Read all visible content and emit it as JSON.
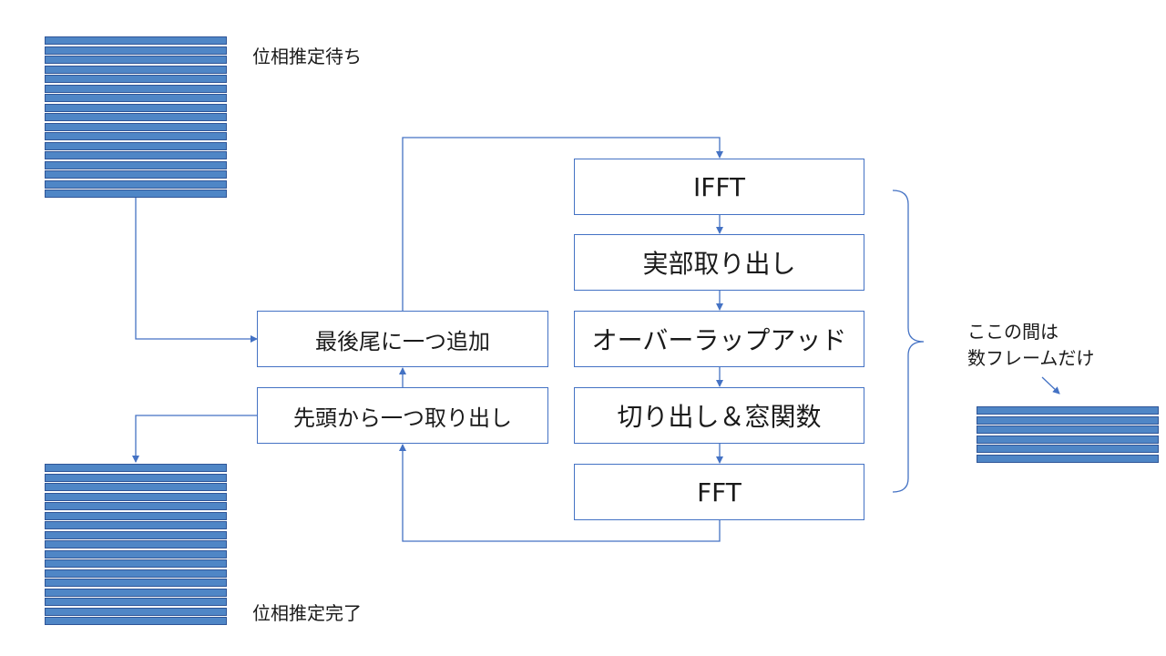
{
  "labels": {
    "waiting": "位相推定待ち",
    "done": "位相推定完了",
    "note_line1": "ここの間は",
    "note_line2": "数フレームだけ"
  },
  "queue_boxes": {
    "append": "最後尾に一つ追加",
    "take": "先頭から一つ取り出し"
  },
  "process_boxes": [
    "IFFT",
    "実部取り出し",
    "オーバーラップアッド",
    "切り出し＆窓関数",
    "FFT"
  ],
  "colors": {
    "frame_fill": "#4f86c6",
    "frame_border": "#2f5597",
    "line": "#4472c4"
  }
}
